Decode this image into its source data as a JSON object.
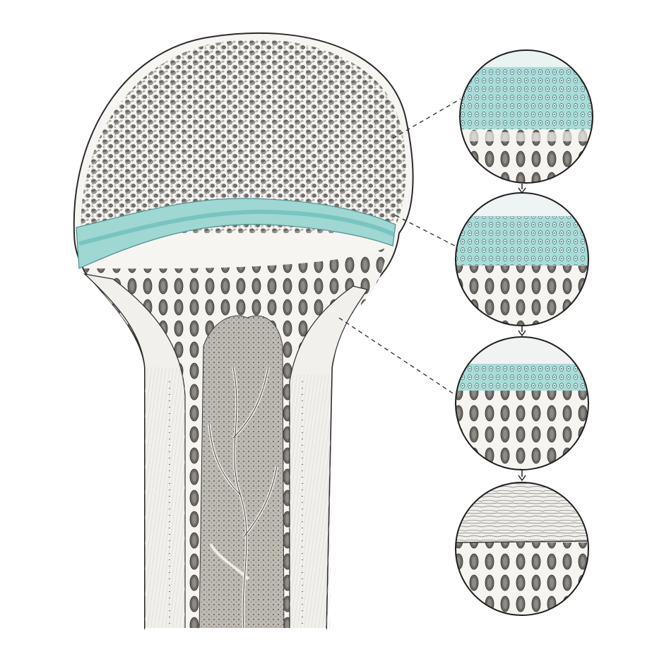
{
  "colors": {
    "background": "#ffffff",
    "ink": "#2b2b2b",
    "shading": "#9a9a9a",
    "bone_fill": "#f4f3f0",
    "marrow_fill": "#b7b3ad",
    "cartilage": "#9ed8d4",
    "cartilage_dark": "#66bdb8"
  },
  "illustration": {
    "subject": "long-bone-proximal-end",
    "parts": [
      "articular-cartilage",
      "epiphysis-spongy-bone",
      "growth-plate",
      "metaphysis",
      "cortical-shaft",
      "medullary-cavity",
      "blood-vessels"
    ]
  },
  "stages": [
    {
      "id": "stage-1",
      "cartilage_fraction": 0.55,
      "column_rows": 4
    },
    {
      "id": "stage-2",
      "cartilage_fraction": 0.4,
      "column_rows": 3
    },
    {
      "id": "stage-3",
      "cartilage_fraction": 0.22,
      "column_rows": 1
    },
    {
      "id": "stage-4",
      "cartilage_fraction": 0.0,
      "column_rows": 0
    }
  ]
}
